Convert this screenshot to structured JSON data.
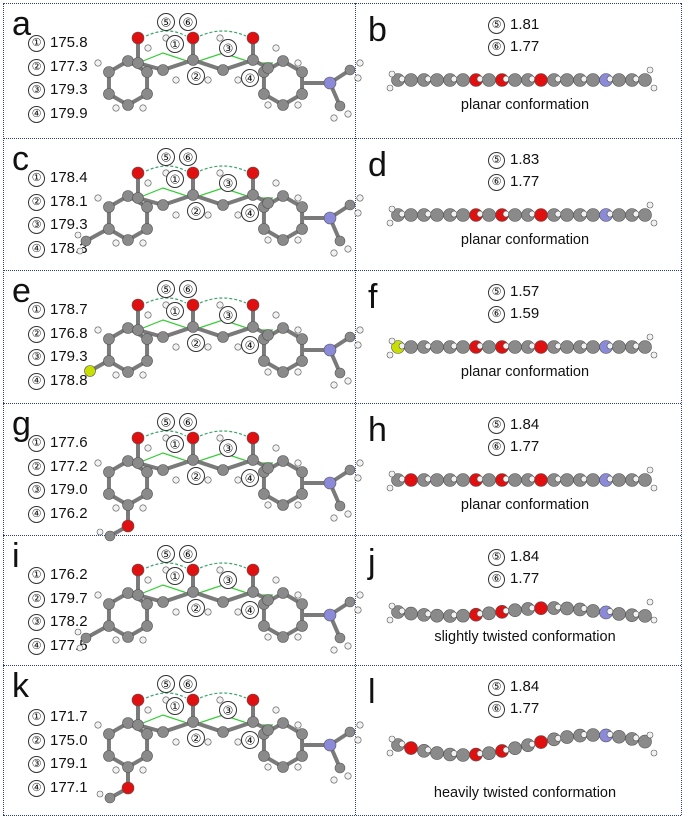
{
  "panels_left": [
    {
      "label": "a",
      "angles": [
        {
          "marker": "①",
          "value": "175.8"
        },
        {
          "marker": "②",
          "value": "177.3"
        },
        {
          "marker": "③",
          "value": "179.3"
        },
        {
          "marker": "④",
          "value": "179.9"
        }
      ]
    },
    {
      "label": "c",
      "angles": [
        {
          "marker": "①",
          "value": "178.4"
        },
        {
          "marker": "②",
          "value": "178.1"
        },
        {
          "marker": "③",
          "value": "179.3"
        },
        {
          "marker": "④",
          "value": "178.3"
        }
      ]
    },
    {
      "label": "e",
      "angles": [
        {
          "marker": "①",
          "value": "178.7"
        },
        {
          "marker": "②",
          "value": "176.8"
        },
        {
          "marker": "③",
          "value": "179.3"
        },
        {
          "marker": "④",
          "value": "178.8"
        }
      ]
    },
    {
      "label": "g",
      "angles": [
        {
          "marker": "①",
          "value": "177.6"
        },
        {
          "marker": "②",
          "value": "177.2"
        },
        {
          "marker": "③",
          "value": "179.0"
        },
        {
          "marker": "④",
          "value": "176.2"
        }
      ]
    },
    {
      "label": "i",
      "angles": [
        {
          "marker": "①",
          "value": "176.2"
        },
        {
          "marker": "②",
          "value": "179.7"
        },
        {
          "marker": "③",
          "value": "178.2"
        },
        {
          "marker": "④",
          "value": "177.5"
        }
      ]
    },
    {
      "label": "k",
      "angles": [
        {
          "marker": "①",
          "value": "171.7"
        },
        {
          "marker": "②",
          "value": "175.0"
        },
        {
          "marker": "③",
          "value": "179.1"
        },
        {
          "marker": "④",
          "value": "177.1"
        }
      ]
    }
  ],
  "panels_right": [
    {
      "label": "b",
      "hbonds": [
        {
          "marker": "⑤",
          "value": "1.81"
        },
        {
          "marker": "⑥",
          "value": "1.77"
        }
      ],
      "conformation": "planar conformation"
    },
    {
      "label": "d",
      "hbonds": [
        {
          "marker": "⑤",
          "value": "1.83"
        },
        {
          "marker": "⑥",
          "value": "1.77"
        }
      ],
      "conformation": "planar conformation"
    },
    {
      "label": "f",
      "hbonds": [
        {
          "marker": "⑤",
          "value": "1.57"
        },
        {
          "marker": "⑥",
          "value": "1.59"
        }
      ],
      "conformation": "planar conformation"
    },
    {
      "label": "h",
      "hbonds": [
        {
          "marker": "⑤",
          "value": "1.84"
        },
        {
          "marker": "⑥",
          "value": "1.77"
        }
      ],
      "conformation": "planar conformation"
    },
    {
      "label": "j",
      "hbonds": [
        {
          "marker": "⑤",
          "value": "1.84"
        },
        {
          "marker": "⑥",
          "value": "1.77"
        }
      ],
      "conformation": "slightly twisted conformation"
    },
    {
      "label": "l",
      "hbonds": [
        {
          "marker": "⑤",
          "value": "1.84"
        },
        {
          "marker": "⑥",
          "value": "1.77"
        }
      ],
      "conformation": "heavily twisted conformation"
    }
  ],
  "bond_markers": [
    "①",
    "②",
    "③",
    "④"
  ],
  "hbond_markers": [
    "⑤",
    "⑥"
  ],
  "substituents": [
    "none",
    "methyl",
    "fluoro",
    "methoxy",
    "methyl",
    "methoxy"
  ],
  "colors": {
    "carbon": "#8a8a8a",
    "oxygen": "#e01010",
    "nitrogen": "#8a8ad8",
    "hydrogen": "#f2f2f2",
    "fluorine": "#c8e000",
    "bond": "#7a7a7a",
    "conjugation": "#33cc33",
    "hbond": "#3aa56a",
    "divider": "#2f3d8f"
  }
}
